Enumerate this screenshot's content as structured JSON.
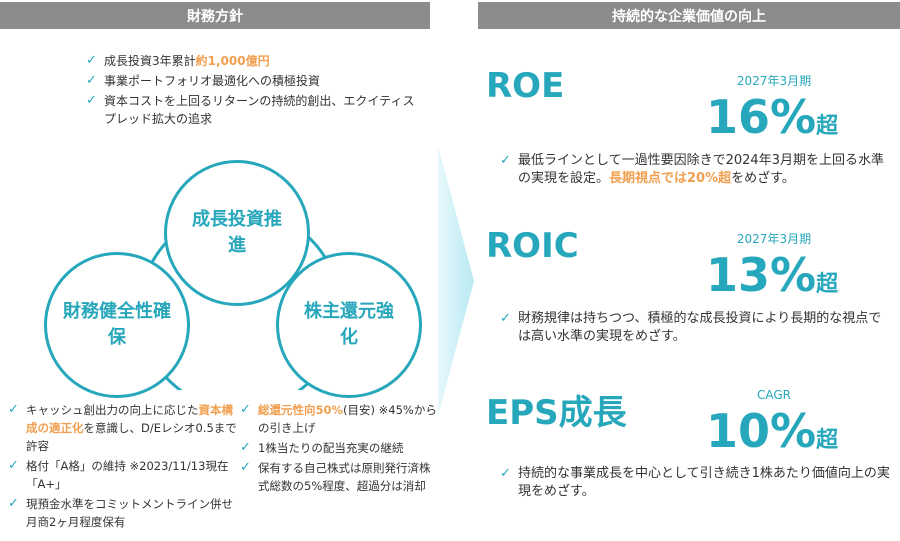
{
  "headers": {
    "left": "財務方針",
    "right": "持続的な企業価値の向上"
  },
  "top_bullets": [
    {
      "text": "成長投資3年累計",
      "highlight": "約1,000億円"
    },
    {
      "text": "事業ポートフォリオ最適化への積極投資",
      "highlight": ""
    },
    {
      "text": "資本コストを上回るリターンの持続的創出、エクイティスプレッド拡大の追求",
      "highlight": ""
    }
  ],
  "venn": {
    "top": "成長投資推進",
    "left": "財務健全性確保",
    "right": "株主還元強化"
  },
  "bottom_left": {
    "b1_pre": "キャッシュ創出力の向上に応じた",
    "b1_hl": "資本構成の適正化",
    "b1_post": "を意識し、D/Eレシオ0.5まで許容",
    "b2": "格付「A格」の維持 ※2023/11/13現在「A+」",
    "b3": "現預金水準をコミットメントライン併せ月商2ヶ月程度保有"
  },
  "bottom_mid": {
    "b1_hl": "総還元性向50%",
    "b1_post": "(目安) ※45%からの引き上げ",
    "b2": "1株当たりの配当充実の継続",
    "b3": "保有する自己株式は原則発行済株式総数の5%程度、超過分は消却"
  },
  "roe": {
    "title": "ROE",
    "period": "2027年3月期",
    "value": "16%",
    "suffix": "超",
    "desc_pre": "最低ラインとして一過性要因除きで2024年3月期を上回る水準の実現を設定。",
    "desc_hl": "長期視点では20%超",
    "desc_post": "をめざす。"
  },
  "roic": {
    "title": "ROIC",
    "period": "2027年3月期",
    "value": "13%",
    "suffix": "超",
    "desc": "財務規律は持ちつつ、積極的な成長投資により長期的な視点では高い水準の実現をめざす。"
  },
  "eps": {
    "title": "EPS成長",
    "period": "CAGR",
    "value": "10%",
    "suffix": "超",
    "desc": "持続的な事業成長を中心として引き続き1株あたり価値向上の実現をめざす。"
  },
  "colors": {
    "accent": "#27a7bb",
    "highlight": "#f0a050",
    "header_bg": "#8c8c8c",
    "arrow": "#c6eef6"
  }
}
